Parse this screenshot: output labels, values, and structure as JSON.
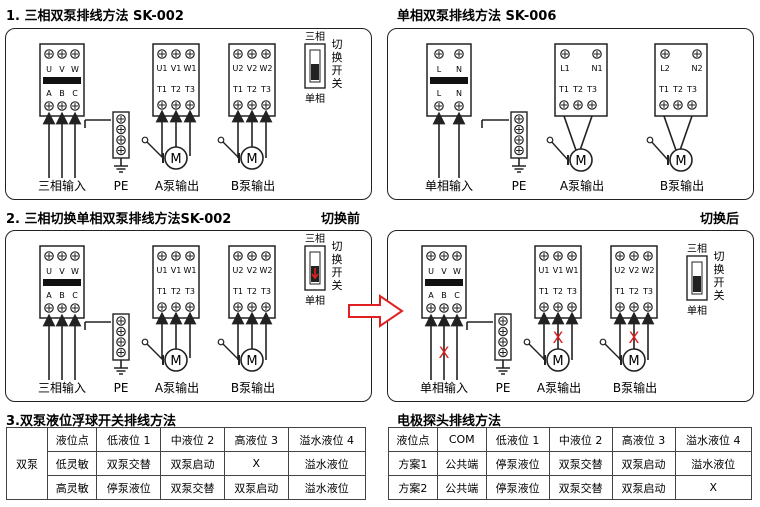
{
  "sections": {
    "s1_title": "1. 三相双泵排线方法 SK-002",
    "s1b_title": "单相双泵排线方法 SK-006",
    "s2_title": "2. 三相切换单相双泵排线方法SK-002",
    "before_label": "切换前",
    "after_label": "切换后",
    "s3_title": "3.双泵液位浮球开关排线方法",
    "s4_title": "电极探头排线方法"
  },
  "labels": {
    "three_phase_input": "三相输入",
    "single_phase_input": "单相输入",
    "pe": "PE",
    "pump_a_out": "A泵输出",
    "pump_b_out": "B泵输出",
    "three_phase": "三相",
    "single_phase": "单相",
    "switch_v": [
      "切",
      "换",
      "开",
      "关"
    ],
    "motor": "M",
    "x_mark": "X",
    "breaker3_top": [
      "U",
      "V",
      "W"
    ],
    "breaker3_bot": [
      "A",
      "B",
      "C"
    ],
    "breaker1_top": [
      "L",
      "N"
    ],
    "breaker1_bot": [
      "L",
      "N"
    ],
    "contA_top": [
      "U1",
      "V1",
      "W1"
    ],
    "contB_top": [
      "U2",
      "V2",
      "W2"
    ],
    "cont_bot": [
      "T1",
      "T2",
      "T3"
    ],
    "contA1_top": [
      "L1",
      "N1"
    ],
    "contB1_top": [
      "L2",
      "N2"
    ]
  },
  "table_float": {
    "row_header": "双泵",
    "rows": [
      [
        "液位点",
        "低液位 1",
        "中液位 2",
        "高液位 3",
        "溢水液位 4"
      ],
      [
        "低灵敏",
        "双泵交替",
        "双泵启动",
        "X",
        "溢水液位"
      ],
      [
        "高灵敏",
        "停泵液位",
        "双泵交替",
        "双泵启动",
        "溢水液位"
      ]
    ]
  },
  "table_probe": {
    "rows": [
      [
        "液位点",
        "COM",
        "低液位 1",
        "中液位 2",
        "高液位 3",
        "溢水液位 4"
      ],
      [
        "方案1",
        "公共端",
        "停泵液位",
        "双泵交替",
        "双泵启动",
        "溢水液位"
      ],
      [
        "方案2",
        "公共端",
        "停泵液位",
        "双泵交替",
        "双泵启动",
        "X"
      ]
    ]
  },
  "colors": {
    "accent_red": "#e02020",
    "line": "#222222"
  }
}
